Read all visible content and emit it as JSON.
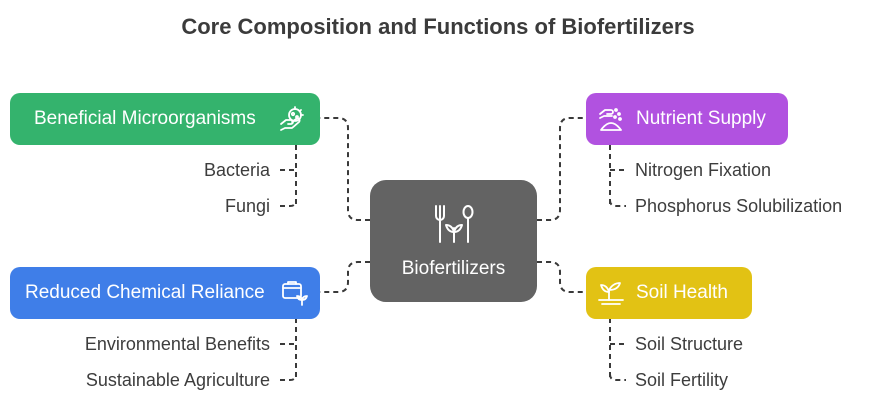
{
  "title": "Core Composition and Functions of Biofertilizers",
  "center": {
    "label": "Biofertilizers",
    "icon": "sprout-fork-spoon-icon"
  },
  "nodes": {
    "beneficial_microorganisms": {
      "label": "Beneficial Microorganisms",
      "color": "#34b36d",
      "icon": "microbe-hand-icon",
      "children": [
        "Bacteria",
        "Fungi"
      ]
    },
    "nutrient_supply": {
      "label": "Nutrient Supply",
      "color": "#b152e0",
      "icon": "sprinkle-hand-icon",
      "children": [
        "Nitrogen Fixation",
        "Phosphorus Solubilization"
      ]
    },
    "reduced_chemical_reliance": {
      "label": "Reduced Chemical Reliance",
      "color": "#3f7ee8",
      "icon": "seedling-container-icon",
      "children": [
        "Environmental Benefits",
        "Sustainable Agriculture"
      ]
    },
    "soil_health": {
      "label": "Soil Health",
      "color": "#e2c214",
      "icon": "plant-soil-icon",
      "children": [
        "Soil Structure",
        "Soil Fertility"
      ]
    }
  }
}
